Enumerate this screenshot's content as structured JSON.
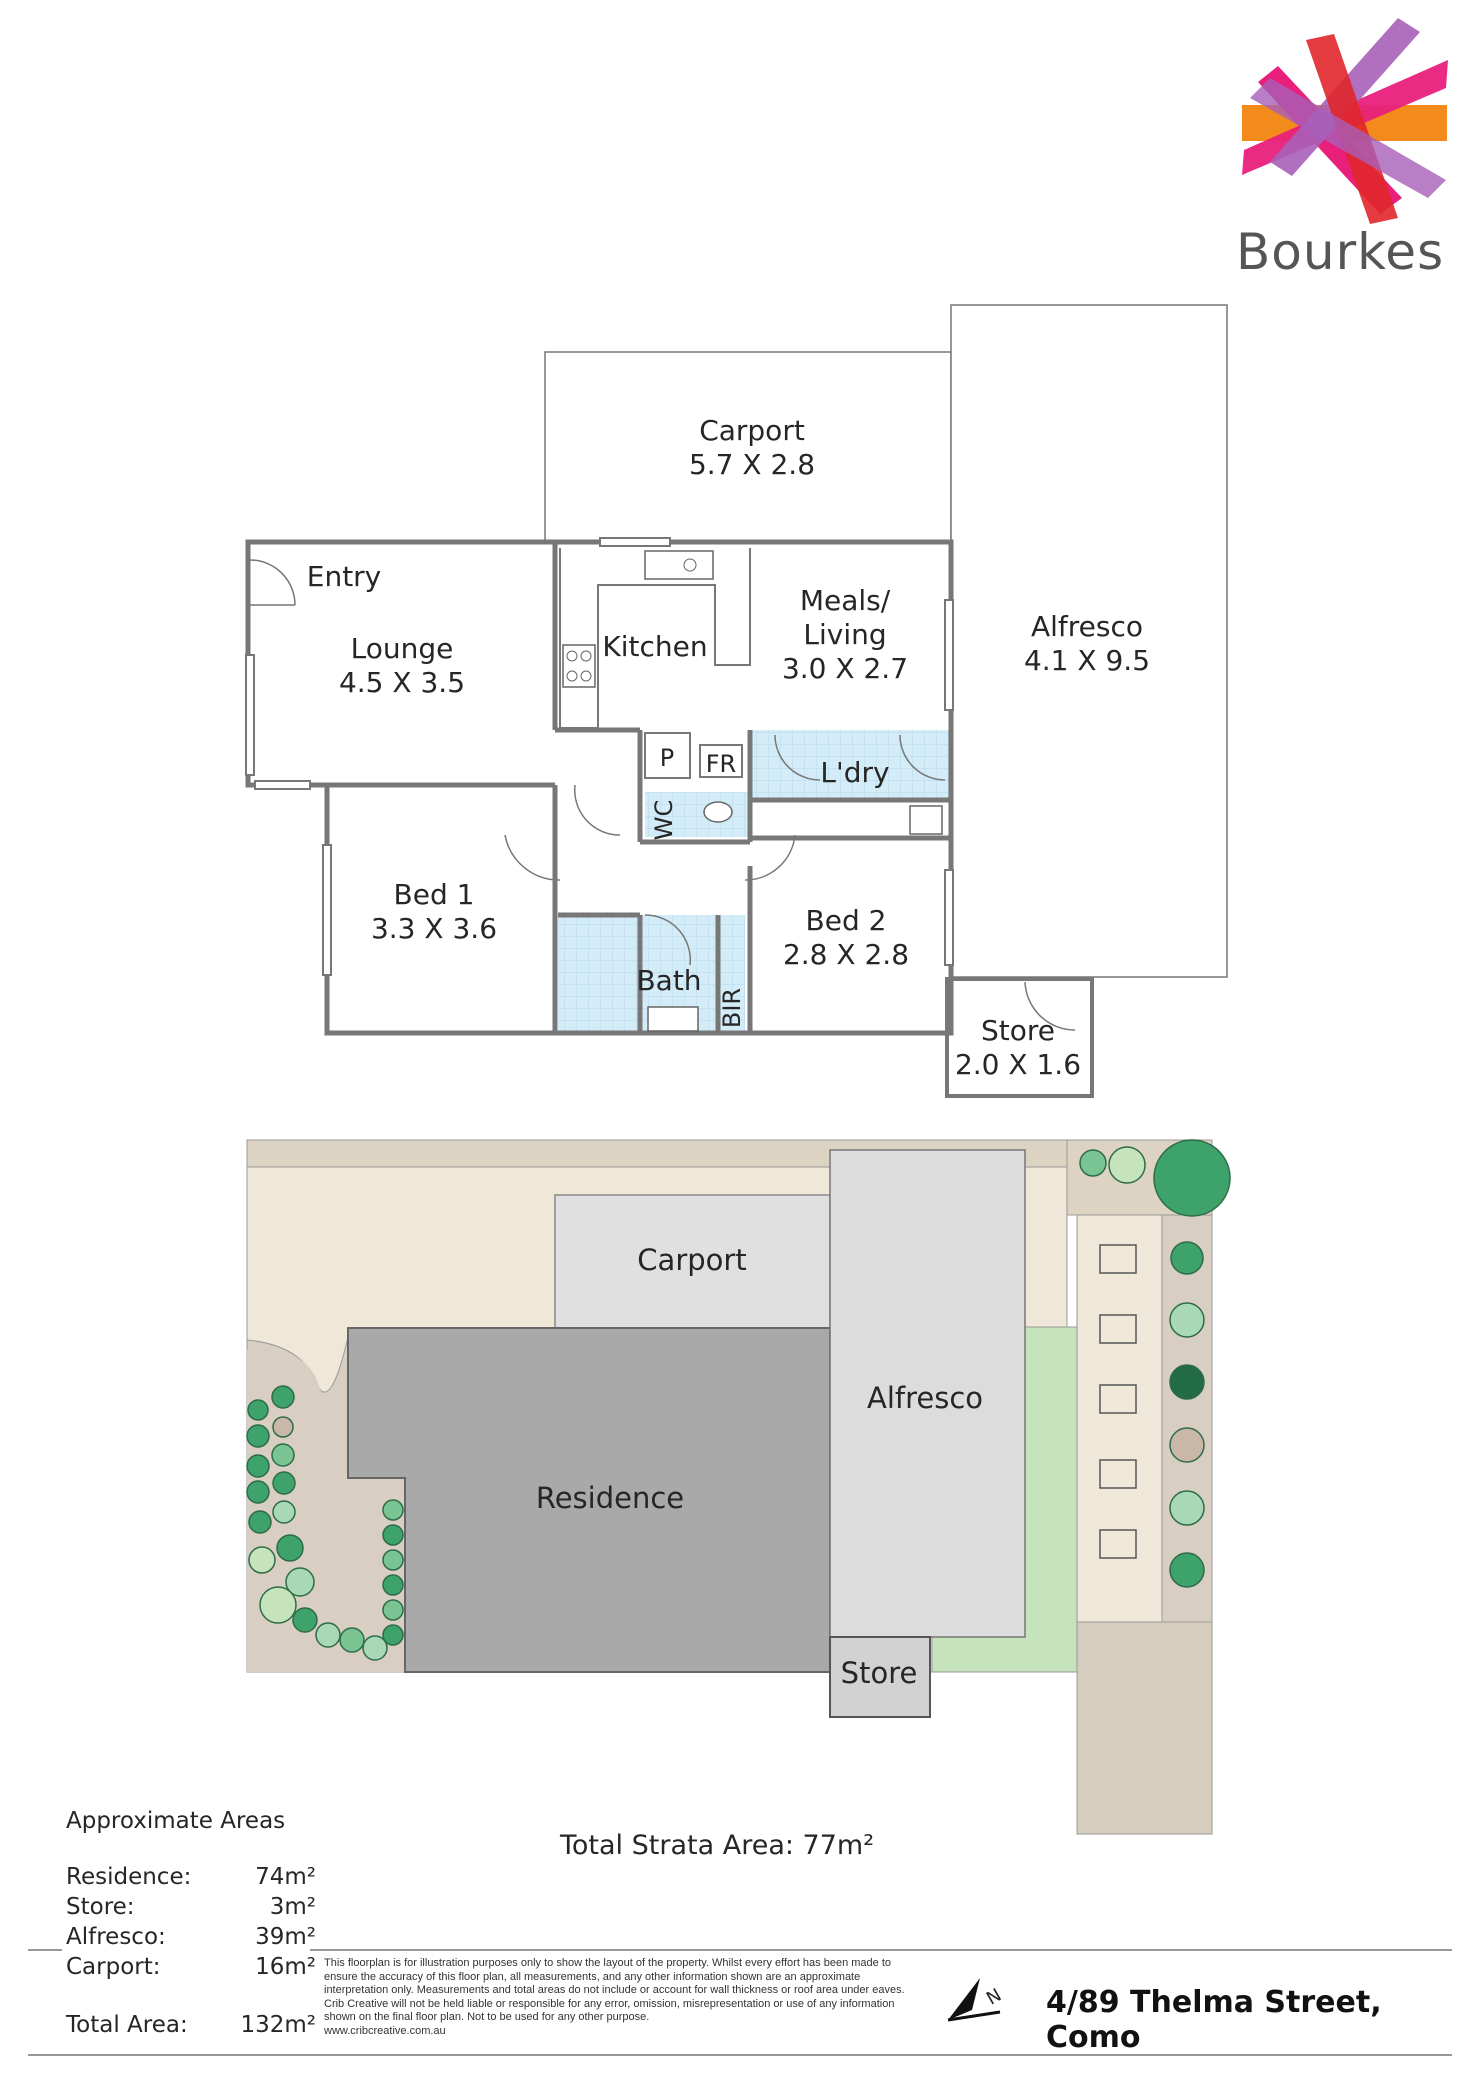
{
  "brand": {
    "name": "Bourkes"
  },
  "floorplan": {
    "rooms": {
      "carport": {
        "name": "Carport",
        "dims": "5.7 X 2.8"
      },
      "entry": {
        "name": "Entry"
      },
      "lounge": {
        "name": "Lounge",
        "dims": "4.5 X 3.5"
      },
      "kitchen": {
        "name": "Kitchen"
      },
      "meals": {
        "line1": "Meals/",
        "line2": "Living",
        "dims": "3.0 X 2.7"
      },
      "alfresco": {
        "name": "Alfresco",
        "dims": "4.1 X 9.5"
      },
      "pantry": {
        "name": "P"
      },
      "fridge": {
        "name": "FR"
      },
      "laundry": {
        "name": "L'dry"
      },
      "wc": {
        "name": "WC"
      },
      "bed1": {
        "name": "Bed 1",
        "dims": "3.3 X 3.6"
      },
      "bed2": {
        "name": "Bed 2",
        "dims": "2.8 X 2.8"
      },
      "bath": {
        "name": "Bath"
      },
      "bir": {
        "name": "BIR"
      },
      "store": {
        "name": "Store",
        "dims": "2.0 X 1.6"
      }
    }
  },
  "siteplan": {
    "carport": "Carport",
    "alfresco": "Alfresco",
    "residence": "Residence",
    "store": "Store"
  },
  "areas": {
    "title": "Approximate Areas",
    "rows": [
      {
        "label": "Residence:",
        "value": "74m²"
      },
      {
        "label": "Store:",
        "value": "3m²"
      },
      {
        "label": "Alfresco:",
        "value": "39m²"
      },
      {
        "label": "Carport:",
        "value": "16m²"
      }
    ],
    "total_label": "Total Area:",
    "total_value": "132m²"
  },
  "strata": "Total Strata Area: 77m²",
  "disclaimer": "This floorplan is for illustration purposes only to show the layout of the property. Whilst every effort has been made to ensure the accuracy of this floor plan, all measurements, and any other information shown are an approximate interpretation only. Measurements and total areas do not include or account for wall thickness or roof area under eaves. Crib Creative will not be held liable or responsible for any error, omission, misrepresentation or use of any information shown on the final floor plan. Not to be used for any other purpose.",
  "disclaimer_url": "www.cribcreative.com.au",
  "north_label": "N",
  "address": "4/89 Thelma Street, Como",
  "colors": {
    "logo_orange": "#f28a1c",
    "logo_pink": "#e8207c",
    "logo_red": "#e0262b",
    "logo_purple": "#a85fb8",
    "residence": "#a9a9a9",
    "alfresco": "#dcdcdc",
    "carport": "#e0e0e0",
    "lawn": "#c5e4bc",
    "paving": "#efe8d8",
    "garden": "#d8cfc2",
    "tile": "#d4ecf7"
  }
}
